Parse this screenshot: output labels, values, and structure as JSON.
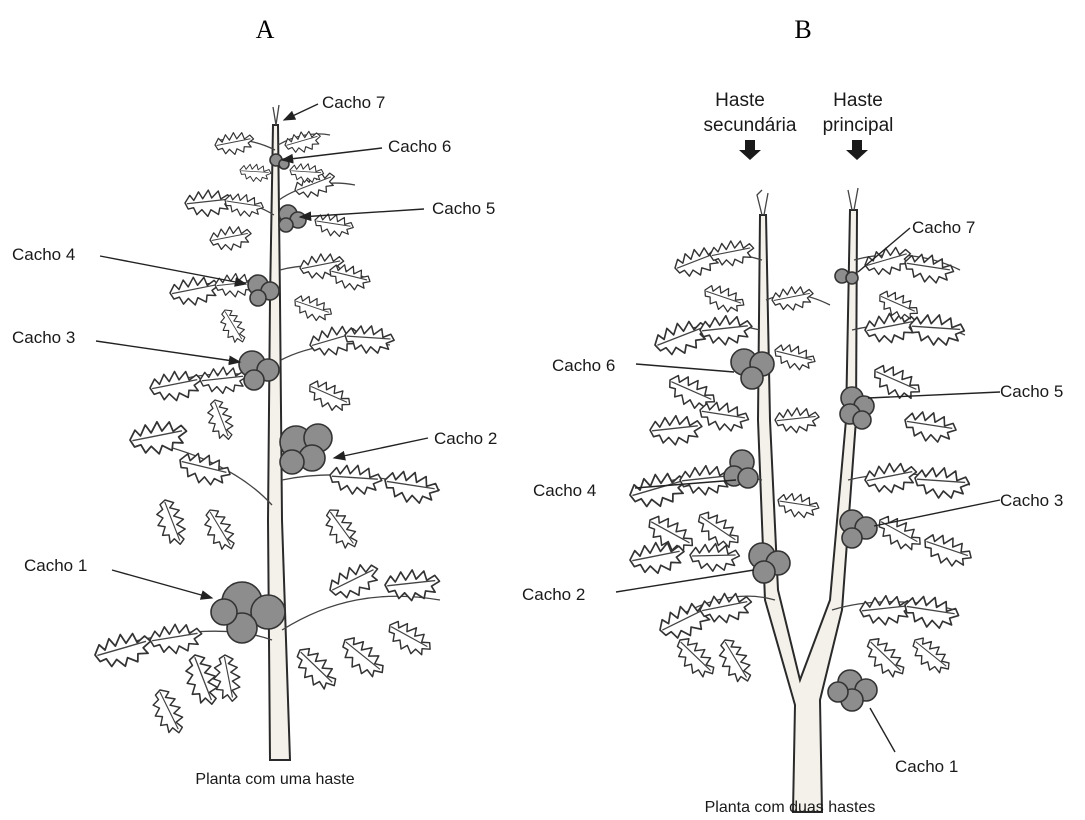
{
  "panels": {
    "a": {
      "letter": "A",
      "caption": "Planta com uma haste",
      "clusters": [
        "Cacho 1",
        "Cacho 2",
        "Cacho 3",
        "Cacho 4",
        "Cacho 5",
        "Cacho 6",
        "Cacho 7"
      ]
    },
    "b": {
      "letter": "B",
      "caption": "Planta com duas hastes",
      "stem_secondary": [
        "Haste",
        "secundária"
      ],
      "stem_main": [
        "Haste",
        "principal"
      ],
      "clusters": [
        "Cacho 1",
        "Cacho 2",
        "Cacho 3",
        "Cacho 4",
        "Cacho 5",
        "Cacho 6",
        "Cacho 7"
      ]
    }
  }
}
